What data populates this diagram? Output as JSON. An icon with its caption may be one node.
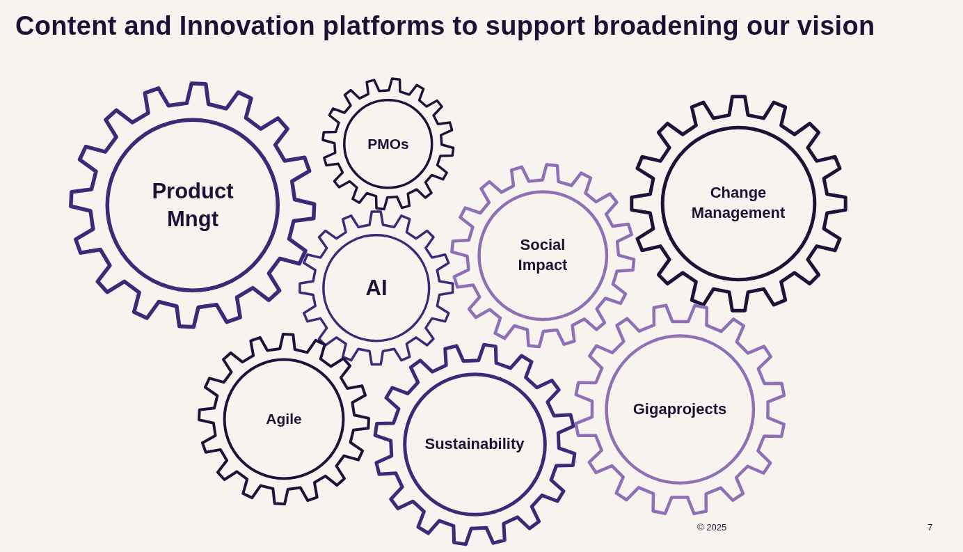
{
  "diagram": {
    "title": "Content and Innovation platforms to support broadening our vision",
    "nodes": [
      {
        "text": [
          "Product Mngt"
        ]
      },
      {
        "text": [
          "PMOs"
        ]
      },
      {
        "text": [
          "AI"
        ]
      },
      {
        "text": [
          "Social Impact"
        ]
      },
      {
        "text": [
          "Change Management"
        ]
      },
      {
        "text": [
          "Agile"
        ]
      },
      {
        "text": [
          "Sustainability"
        ]
      },
      {
        "text": [
          "Gigaprojects"
        ]
      }
    ],
    "labels": [
      "© 2025",
      "7"
    ]
  }
}
